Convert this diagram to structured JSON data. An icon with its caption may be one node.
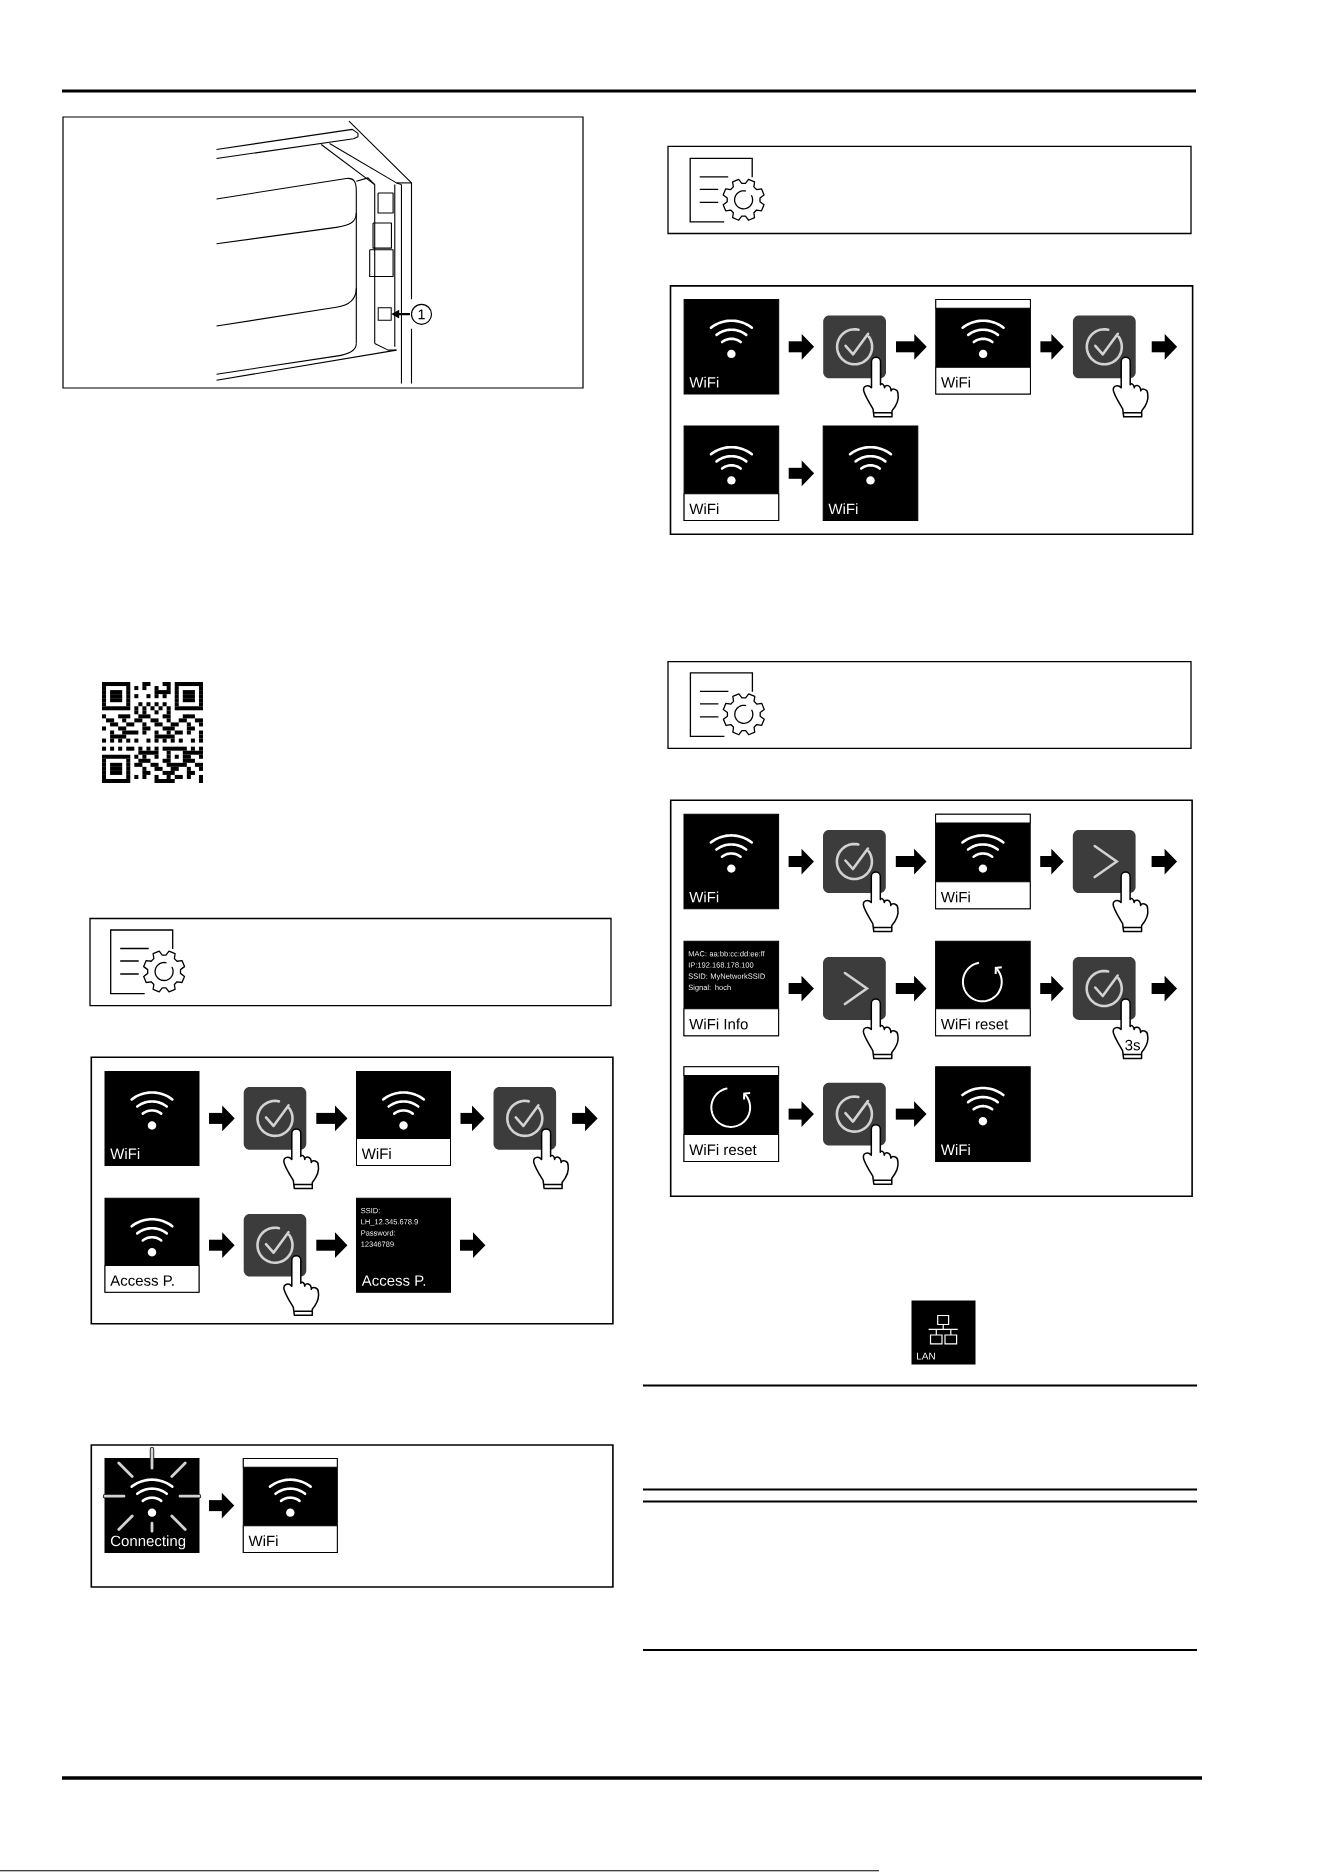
{
  "diagram": {
    "nodes": [
      {
        "text": [],
        "shape": "box"
      },
      {
        "text": [
          "1"
        ],
        "in": 0
      },
      {
        "text": [],
        "shape": "box",
        "in": 0
      },
      {
        "text": [],
        "shape": "box"
      },
      {
        "text": [
          "WiFi"
        ],
        "in": 3
      },
      {
        "text": [],
        "shape": "box",
        "in": 3
      },
      {
        "text": [
          "WiFi"
        ],
        "in": 3
      },
      {
        "text": [],
        "shape": "box",
        "in": 3
      },
      {
        "text": [
          "Access P."
        ],
        "in": 3
      },
      {
        "text": [],
        "shape": "box",
        "in": 3
      },
      {
        "text": [
          "SSID: LH_12.345.678.9",
          "Password: 12346789",
          "Access P."
        ],
        "in": 3
      },
      {
        "text": [],
        "shape": "box"
      },
      {
        "text": [
          "Connecting"
        ],
        "in": 11
      },
      {
        "text": [
          "WiFi"
        ],
        "in": 11
      },
      {
        "text": [],
        "shape": "box"
      },
      {
        "text": [
          "WiFi"
        ],
        "in": 14
      },
      {
        "text": [],
        "shape": "box",
        "in": 14
      },
      {
        "text": [
          "WiFi"
        ],
        "in": 14
      },
      {
        "text": [],
        "shape": "box",
        "in": 14
      },
      {
        "text": [
          "WiFi"
        ],
        "in": 14
      },
      {
        "text": [
          "WiFi"
        ],
        "in": 14
      },
      {
        "text": [],
        "shape": "box"
      },
      {
        "text": [
          "WiFi"
        ],
        "in": 21
      },
      {
        "text": [],
        "shape": "box",
        "in": 21
      },
      {
        "text": [
          "WiFi"
        ],
        "in": 21
      },
      {
        "text": [],
        "shape": "box",
        "in": 21
      },
      {
        "text": [
          "MAC: aa:bb:cc:dd:ee:ff",
          "IP:192.168.178.100",
          "SSID: MyNetworkSSID",
          "Signal: hoch",
          "WiFi Info"
        ],
        "in": 21
      },
      {
        "text": [],
        "shape": "box",
        "in": 21
      },
      {
        "text": [
          "WiFi reset"
        ],
        "in": 21
      },
      {
        "text": [],
        "shape": "box",
        "beside": [
          "3s"
        ],
        "in": 21
      },
      {
        "text": [
          "WiFi reset"
        ],
        "in": 21
      },
      {
        "text": [],
        "shape": "box",
        "in": 21
      },
      {
        "text": [
          "WiFi"
        ],
        "in": 21
      },
      {
        "text": [
          "LAN"
        ]
      }
    ],
    "edges": [
      {
        "from": 1,
        "to": 2,
        "arrow": "to"
      },
      {
        "from": 4,
        "to": 5,
        "arrow": "to"
      },
      {
        "from": 5,
        "to": 6,
        "arrow": "to"
      },
      {
        "from": 6,
        "to": 7,
        "arrow": "to"
      },
      {
        "from": 7,
        "to": null,
        "arrow": "to"
      },
      {
        "from": 8,
        "to": 9,
        "arrow": "to"
      },
      {
        "from": 9,
        "to": 10,
        "arrow": "to"
      },
      {
        "from": 10,
        "to": null,
        "arrow": "to"
      },
      {
        "from": 12,
        "to": 13,
        "arrow": "to"
      },
      {
        "from": 15,
        "to": 16,
        "arrow": "to"
      },
      {
        "from": 16,
        "to": 17,
        "arrow": "to"
      },
      {
        "from": 17,
        "to": 18,
        "arrow": "to"
      },
      {
        "from": 18,
        "to": null,
        "arrow": "to"
      },
      {
        "from": 19,
        "to": 20,
        "arrow": "to"
      },
      {
        "from": 22,
        "to": 23,
        "arrow": "to"
      },
      {
        "from": 23,
        "to": 24,
        "arrow": "to"
      },
      {
        "from": 24,
        "to": 25,
        "arrow": "to"
      },
      {
        "from": 25,
        "to": null,
        "arrow": "to"
      },
      {
        "from": 26,
        "to": 27,
        "arrow": "to"
      },
      {
        "from": 27,
        "to": 28,
        "arrow": "to"
      },
      {
        "from": 28,
        "to": 29,
        "arrow": "to"
      },
      {
        "from": 29,
        "to": null,
        "arrow": "to"
      },
      {
        "from": 30,
        "to": 31,
        "arrow": "to"
      },
      {
        "from": 31,
        "to": 32,
        "arrow": "to"
      }
    ]
  }
}
